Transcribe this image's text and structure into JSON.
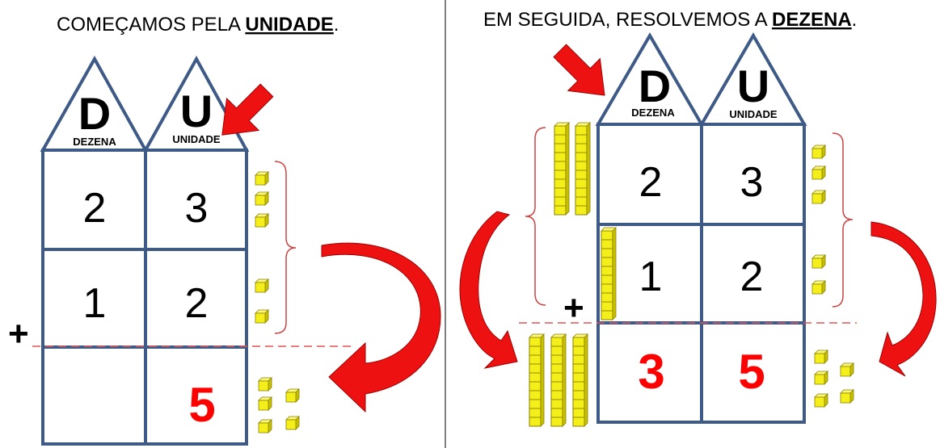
{
  "colors": {
    "grid": "#3e5a86",
    "red": "#ee1111",
    "cube": "#f4ef1a",
    "cube_dark": "#b5ad00",
    "bracket": "#cc4444",
    "dashed": "#e05555"
  },
  "left_panel": {
    "title_prefix": "COMEÇAMOS PELA ",
    "title_emphasis": "UNIDADE",
    "title_suffix": ".",
    "place_value": {
      "tens_letter": "D",
      "tens_name": "DEZENA",
      "units_letter": "U",
      "units_name": "UNIDADE"
    },
    "rows": [
      {
        "tens": "2",
        "units": "3"
      },
      {
        "tens": "1",
        "units": "2"
      }
    ],
    "operator": "+",
    "result": {
      "tens": "",
      "units": "5"
    }
  },
  "right_panel": {
    "title_prefix": "EM SEGUIDA, RESOLVEMOS A ",
    "title_emphasis": "DEZENA",
    "title_suffix": ".",
    "place_value": {
      "tens_letter": "D",
      "tens_name": "DEZENA",
      "units_letter": "U",
      "units_name": "UNIDADE"
    },
    "rows": [
      {
        "tens": "2",
        "units": "3"
      },
      {
        "tens": "1",
        "units": "2"
      }
    ],
    "operator": "+",
    "result": {
      "tens": "3",
      "units": "5"
    }
  }
}
